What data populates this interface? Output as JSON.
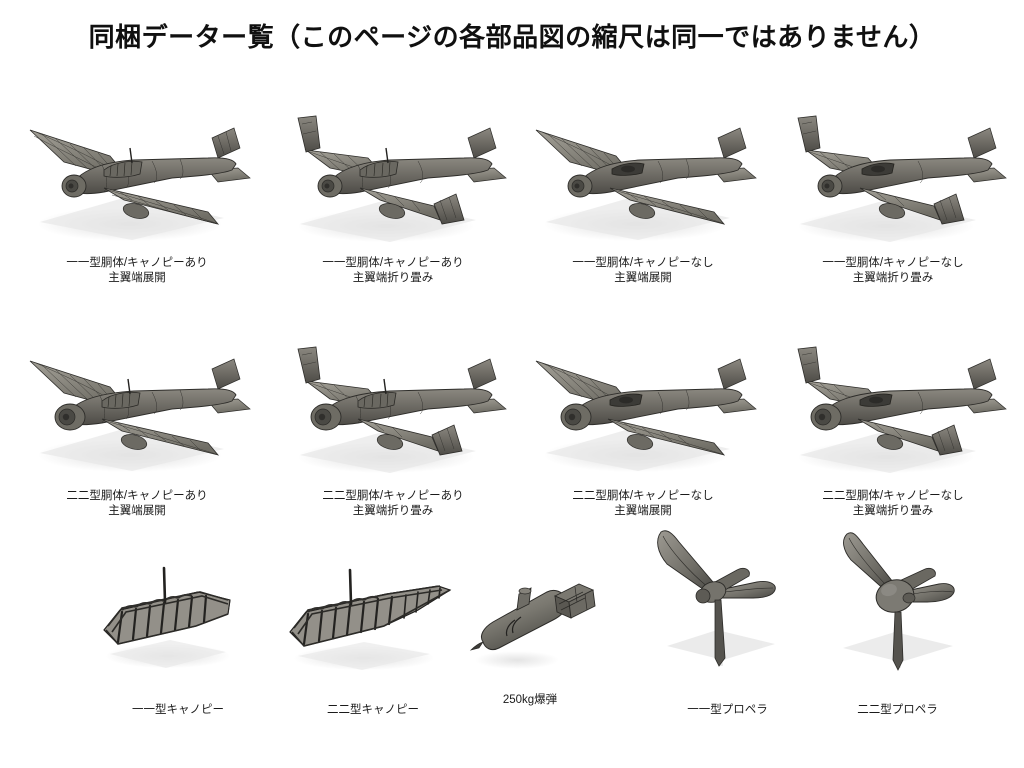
{
  "page": {
    "title": "同梱データー覧（このページの各部品図の縮尺は同一ではありません）",
    "background_color": "#ffffff",
    "text_color": "#1b1b1b"
  },
  "render_style": {
    "model_fill_light": "#97948b",
    "model_fill_mid": "#7d7b72",
    "model_fill_dark": "#56544e",
    "model_fill_darkest": "#3e3d38",
    "panel_line_color": "#2e2d2a",
    "shadow_color": "#d8d8d8",
    "highlight_color": "#b8b5ac"
  },
  "items": [
    {
      "id": "type11-canopy-spread",
      "line1": "一一型胴体/キャノピーあり",
      "line2": "主翼端展開",
      "kind": "aircraft",
      "variant": "type11",
      "canopy": true,
      "wingtips": "spread"
    },
    {
      "id": "type11-canopy-folded",
      "line1": "一一型胴体/キャノピーあり",
      "line2": "主翼端折り畳み",
      "kind": "aircraft",
      "variant": "type11",
      "canopy": true,
      "wingtips": "folded"
    },
    {
      "id": "type11-nocanopy-spread",
      "line1": "一一型胴体/キャノピーなし",
      "line2": "主翼端展開",
      "kind": "aircraft",
      "variant": "type11",
      "canopy": false,
      "wingtips": "spread"
    },
    {
      "id": "type11-nocanopy-folded",
      "line1": "一一型胴体/キャノピーなし",
      "line2": "主翼端折り畳み",
      "kind": "aircraft",
      "variant": "type11",
      "canopy": false,
      "wingtips": "folded"
    },
    {
      "id": "type22-canopy-spread",
      "line1": "二二型胴体/キャノピーあり",
      "line2": "主翼端展開",
      "kind": "aircraft",
      "variant": "type22",
      "canopy": true,
      "wingtips": "spread"
    },
    {
      "id": "type22-canopy-folded",
      "line1": "二二型胴体/キャノピーあり",
      "line2": "主翼端折り畳み",
      "kind": "aircraft",
      "variant": "type22",
      "canopy": true,
      "wingtips": "folded"
    },
    {
      "id": "type22-nocanopy-spread",
      "line1": "二二型胴体/キャノピーなし",
      "line2": "主翼端展開",
      "kind": "aircraft",
      "variant": "type22",
      "canopy": false,
      "wingtips": "spread"
    },
    {
      "id": "type22-nocanopy-folded",
      "line1": "二二型胴体/キャノピーなし",
      "line2": "主翼端折り畳み",
      "kind": "aircraft",
      "variant": "type22",
      "canopy": false,
      "wingtips": "folded"
    },
    {
      "id": "type11-canopy-part",
      "line1": "一一型キャノピー",
      "line2": "",
      "kind": "canopy-frame",
      "variant": "type11"
    },
    {
      "id": "type22-canopy-part",
      "line1": "二二型キャノピー",
      "line2": "",
      "kind": "canopy-frame",
      "variant": "type22"
    },
    {
      "id": "bomb-250kg",
      "line1": "250kg爆弾",
      "line2": "",
      "kind": "bomb",
      "variant": "250kg"
    },
    {
      "id": "type11-propeller",
      "line1": "一一型プロペラ",
      "line2": "",
      "kind": "propeller",
      "variant": "type11"
    },
    {
      "id": "type22-propeller",
      "line1": "二二型プロペラ",
      "line2": "",
      "kind": "propeller",
      "variant": "type22"
    }
  ]
}
